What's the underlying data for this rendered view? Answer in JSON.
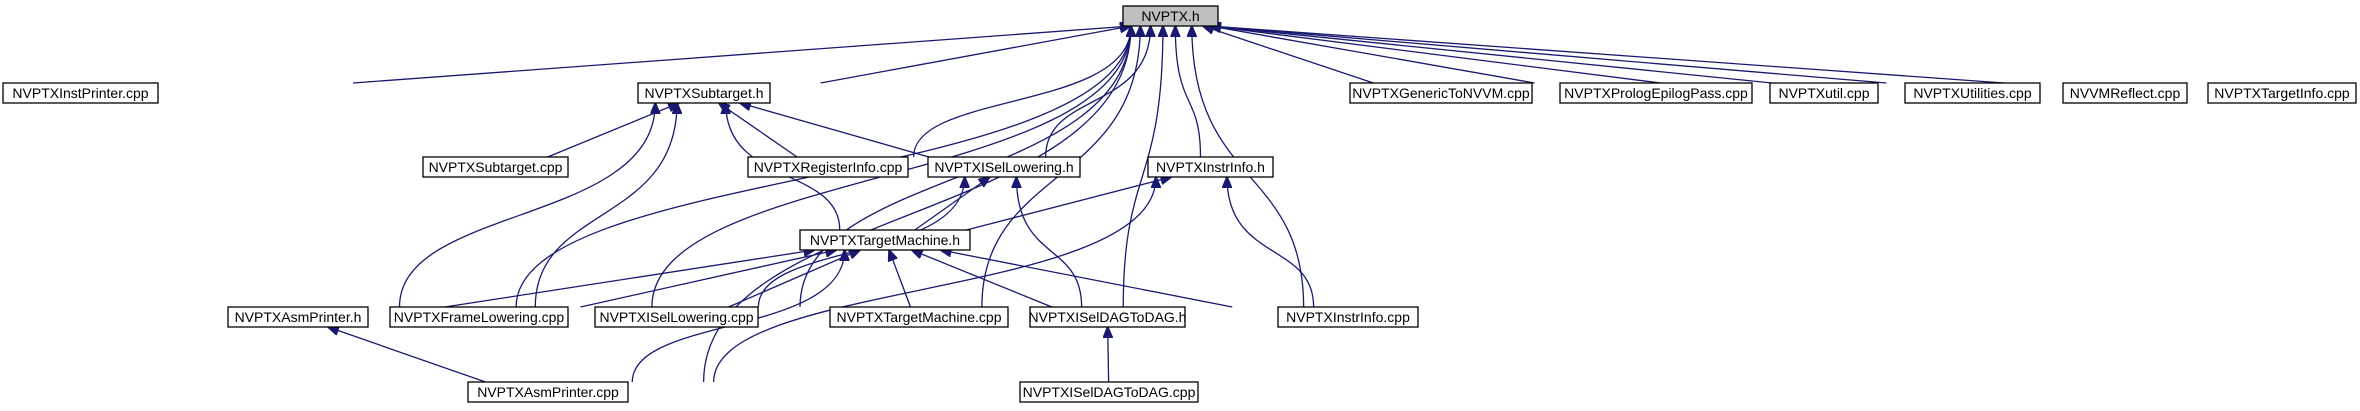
{
  "graph": {
    "colors": {
      "edge": "#191970",
      "node_border": "#000000",
      "root_fill": "#bfbfbf",
      "node_fill": "#ffffff"
    },
    "nodes": [
      {
        "id": "nvptx_h",
        "label": "NVPTX.h",
        "root": true
      },
      {
        "id": "nvptxinstprinter_cpp",
        "label": "NVPTXInstPrinter.cpp"
      },
      {
        "id": "nvptxsubtarget_h",
        "label": "NVPTXSubtarget.h"
      },
      {
        "id": "nvptxgenerictonvvm_cpp",
        "label": "NVPTXGenericToNVVM.cpp"
      },
      {
        "id": "nvptxprologepilogpass_cpp",
        "label": "NVPTXPrologEpilogPass.cpp"
      },
      {
        "id": "nvptxutil_cpp",
        "label": "NVPTXutil.cpp"
      },
      {
        "id": "nvptxutilities_cpp",
        "label": "NVPTXUtilities.cpp"
      },
      {
        "id": "nvvmreflect_cpp",
        "label": "NVVMReflect.cpp"
      },
      {
        "id": "nvptxtargetinfo_cpp",
        "label": "NVPTXTargetInfo.cpp"
      },
      {
        "id": "nvptxsubtarget_cpp",
        "label": "NVPTXSubtarget.cpp"
      },
      {
        "id": "nvptxregisterinfo_cpp",
        "label": "NVPTXRegisterInfo.cpp"
      },
      {
        "id": "nvptxisellowering_h",
        "label": "NVPTXISelLowering.h"
      },
      {
        "id": "nvptxinstrinfo_h",
        "label": "NVPTXInstrInfo.h"
      },
      {
        "id": "nvptxtargetmachine_h",
        "label": "NVPTXTargetMachine.h"
      },
      {
        "id": "nvptxasmprinter_h",
        "label": "NVPTXAsmPrinter.h"
      },
      {
        "id": "nvptxframelowering_cpp",
        "label": "NVPTXFrameLowering.cpp"
      },
      {
        "id": "nvptxisellowering_cpp",
        "label": "NVPTXISelLowering.cpp"
      },
      {
        "id": "nvptxtargetmachine_cpp",
        "label": "NVPTXTargetMachine.cpp"
      },
      {
        "id": "nvptxiseldagtodag_h",
        "label": "NVPTXISelDAGToDAG.h"
      },
      {
        "id": "nvptxinstrinfo_cpp",
        "label": "NVPTXInstrInfo.cpp"
      },
      {
        "id": "nvptxasmprinter_cpp",
        "label": "NVPTXAsmPrinter.cpp"
      },
      {
        "id": "nvptxiseldagtodag_cpp",
        "label": "NVPTXISelDAGToDAG.cpp"
      }
    ],
    "edges": [
      {
        "from": "nvptxinstprinter_cpp",
        "to": "nvptx_h"
      },
      {
        "from": "nvptxsubtarget_h",
        "to": "nvptx_h"
      },
      {
        "from": "nvptxasmprinter_h",
        "to": "nvptx_h"
      },
      {
        "from": "nvptxasmprinter_cpp",
        "to": "nvptx_h"
      },
      {
        "from": "nvptxframelowering_cpp",
        "to": "nvptx_h"
      },
      {
        "from": "nvptxisellowering_cpp",
        "to": "nvptx_h"
      },
      {
        "from": "nvptxregisterinfo_cpp",
        "to": "nvptx_h"
      },
      {
        "from": "nvptxisellowering_h",
        "to": "nvptx_h"
      },
      {
        "from": "nvptxtargetmachine_cpp",
        "to": "nvptx_h"
      },
      {
        "from": "nvptxinstrinfo_h",
        "to": "nvptx_h"
      },
      {
        "from": "nvptxiseldagtodag_h",
        "to": "nvptx_h"
      },
      {
        "from": "nvptxinstrinfo_cpp",
        "to": "nvptx_h"
      },
      {
        "from": "nvptxgenerictonvvm_cpp",
        "to": "nvptx_h"
      },
      {
        "from": "nvptxprologepilogpass_cpp",
        "to": "nvptx_h"
      },
      {
        "from": "nvptxutil_cpp",
        "to": "nvptx_h"
      },
      {
        "from": "nvptxutilities_cpp",
        "to": "nvptx_h"
      },
      {
        "from": "nvvmreflect_cpp",
        "to": "nvptx_h"
      },
      {
        "from": "nvptxtargetinfo_cpp",
        "to": "nvptx_h"
      },
      {
        "from": "nvptxsubtarget_cpp",
        "to": "nvptxsubtarget_h"
      },
      {
        "from": "nvptxregisterinfo_cpp",
        "to": "nvptxsubtarget_h"
      },
      {
        "from": "nvptxisellowering_h",
        "to": "nvptxsubtarget_h"
      },
      {
        "from": "nvptxtargetmachine_h",
        "to": "nvptxsubtarget_h"
      },
      {
        "from": "nvptxasmprinter_h",
        "to": "nvptxsubtarget_h"
      },
      {
        "from": "nvptxframelowering_cpp",
        "to": "nvptxsubtarget_h"
      },
      {
        "from": "nvptxtargetmachine_h",
        "to": "nvptxisellowering_h"
      },
      {
        "from": "nvptxiseldagtodag_h",
        "to": "nvptxisellowering_h"
      },
      {
        "from": "nvptxisellowering_cpp",
        "to": "nvptxisellowering_h"
      },
      {
        "from": "nvptxtargetmachine_h",
        "to": "nvptxinstrinfo_h"
      },
      {
        "from": "nvptxinstrinfo_cpp",
        "to": "nvptxinstrinfo_h"
      },
      {
        "from": "nvptxasmprinter_cpp",
        "to": "nvptxinstrinfo_h"
      },
      {
        "from": "nvptxasmprinter_h",
        "to": "nvptxtargetmachine_h"
      },
      {
        "from": "nvptxframelowering_cpp",
        "to": "nvptxtargetmachine_h"
      },
      {
        "from": "nvptxisellowering_cpp",
        "to": "nvptxtargetmachine_h"
      },
      {
        "from": "nvptxtargetmachine_cpp",
        "to": "nvptxtargetmachine_h"
      },
      {
        "from": "nvptxiseldagtodag_h",
        "to": "nvptxtargetmachine_h"
      },
      {
        "from": "nvptxinstrinfo_cpp",
        "to": "nvptxtargetmachine_h"
      },
      {
        "from": "nvptxasmprinter_cpp",
        "to": "nvptxtargetmachine_h"
      },
      {
        "from": "nvptxasmprinter_cpp",
        "to": "nvptxasmprinter_h"
      },
      {
        "from": "nvptxiseldagtodag_cpp",
        "to": "nvptxiseldagtodag_h"
      }
    ]
  }
}
